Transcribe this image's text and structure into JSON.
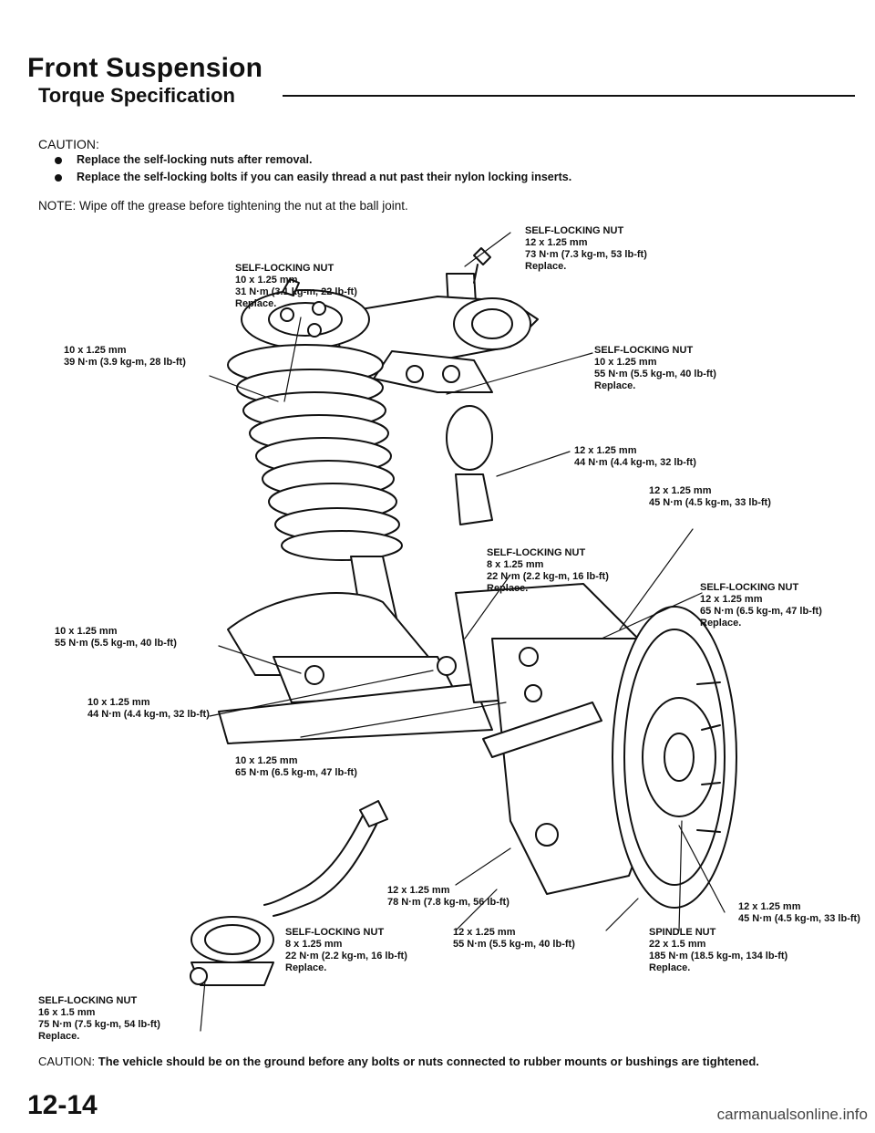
{
  "title": "Front Suspension",
  "section": "Torque Specification",
  "caution": {
    "label": "CAUTION:",
    "items": [
      "Replace the self-locking nuts after removal.",
      "Replace the self-locking bolts if you can easily thread a nut past their nylon locking inserts."
    ]
  },
  "note": "NOTE: Wipe off the grease before tightening the nut at the ball joint.",
  "callouts": [
    {
      "name": "SELF-LOCKING NUT",
      "size": "12 x 1.25 mm",
      "torque": "73 N·m (7.3 kg-m, 53 lb-ft)",
      "extra": "Replace."
    },
    {
      "name": "SELF-LOCKING NUT",
      "size": "10 x 1.25 mm",
      "torque": "31 N·m (3.1 kg-m, 22 lb-ft)",
      "extra": "Replace."
    },
    {
      "name": "",
      "size": "10 x 1.25 mm",
      "torque": "39 N·m (3.9 kg-m, 28 lb-ft)",
      "extra": ""
    },
    {
      "name": "SELF-LOCKING NUT",
      "size": "10 x 1.25 mm",
      "torque": "55 N·m (5.5 kg-m, 40 lb-ft)",
      "extra": "Replace."
    },
    {
      "name": "",
      "size": "12 x 1.25 mm",
      "torque": "44 N·m (4.4 kg-m, 32 lb-ft)",
      "extra": ""
    },
    {
      "name": "",
      "size": "12 x 1.25 mm",
      "torque": "45 N·m (4.5 kg-m, 33 lb-ft)",
      "extra": ""
    },
    {
      "name": "SELF-LOCKING NUT",
      "size": "8 x 1.25 mm",
      "torque": "22 N·m (2.2 kg-m, 16 lb-ft)",
      "extra": "Replace."
    },
    {
      "name": "SELF-LOCKING NUT",
      "size": "12 x 1.25 mm",
      "torque": "65 N·m (6.5 kg-m, 47 lb-ft)",
      "extra": "Replace."
    },
    {
      "name": "",
      "size": "10 x 1.25 mm",
      "torque": "55 N·m (5.5 kg-m, 40 lb-ft)",
      "extra": ""
    },
    {
      "name": "",
      "size": "10 x 1.25 mm",
      "torque": "44 N·m (4.4 kg-m, 32 lb-ft)",
      "extra": ""
    },
    {
      "name": "",
      "size": "10 x 1.25 mm",
      "torque": "65 N·m (6.5 kg-m, 47 lb-ft)",
      "extra": ""
    },
    {
      "name": "",
      "size": "12 x 1.25 mm",
      "torque": "45 N·m (4.5 kg-m, 33 lb-ft)",
      "extra": ""
    },
    {
      "name": "",
      "size": "12 x 1.25 mm",
      "torque": "78 N·m (7.8 kg-m, 56 lb-ft)",
      "extra": ""
    },
    {
      "name": "SELF-LOCKING NUT",
      "size": "8 x 1.25 mm",
      "torque": "22 N·m (2.2 kg-m, 16 lb-ft)",
      "extra": "Replace."
    },
    {
      "name": "",
      "size": "12 x 1.25 mm",
      "torque": "55 N·m (5.5 kg-m, 40 lb-ft)",
      "extra": ""
    },
    {
      "name": "SPINDLE NUT",
      "size": "22 x 1.5 mm",
      "torque": "185 N·m (18.5 kg-m, 134 lb-ft)",
      "extra": "Replace."
    },
    {
      "name": "SELF-LOCKING NUT",
      "size": "16 x 1.5 mm",
      "torque": "75 N·m (7.5 kg-m, 54 lb-ft)",
      "extra": "Replace."
    }
  ],
  "footer": {
    "label": "CAUTION:",
    "text": "The vehicle should be on the ground before any bolts or nuts connected to rubber mounts or bushings are tightened."
  },
  "page_number": "12-14",
  "watermark": "carmanualsonline.info"
}
